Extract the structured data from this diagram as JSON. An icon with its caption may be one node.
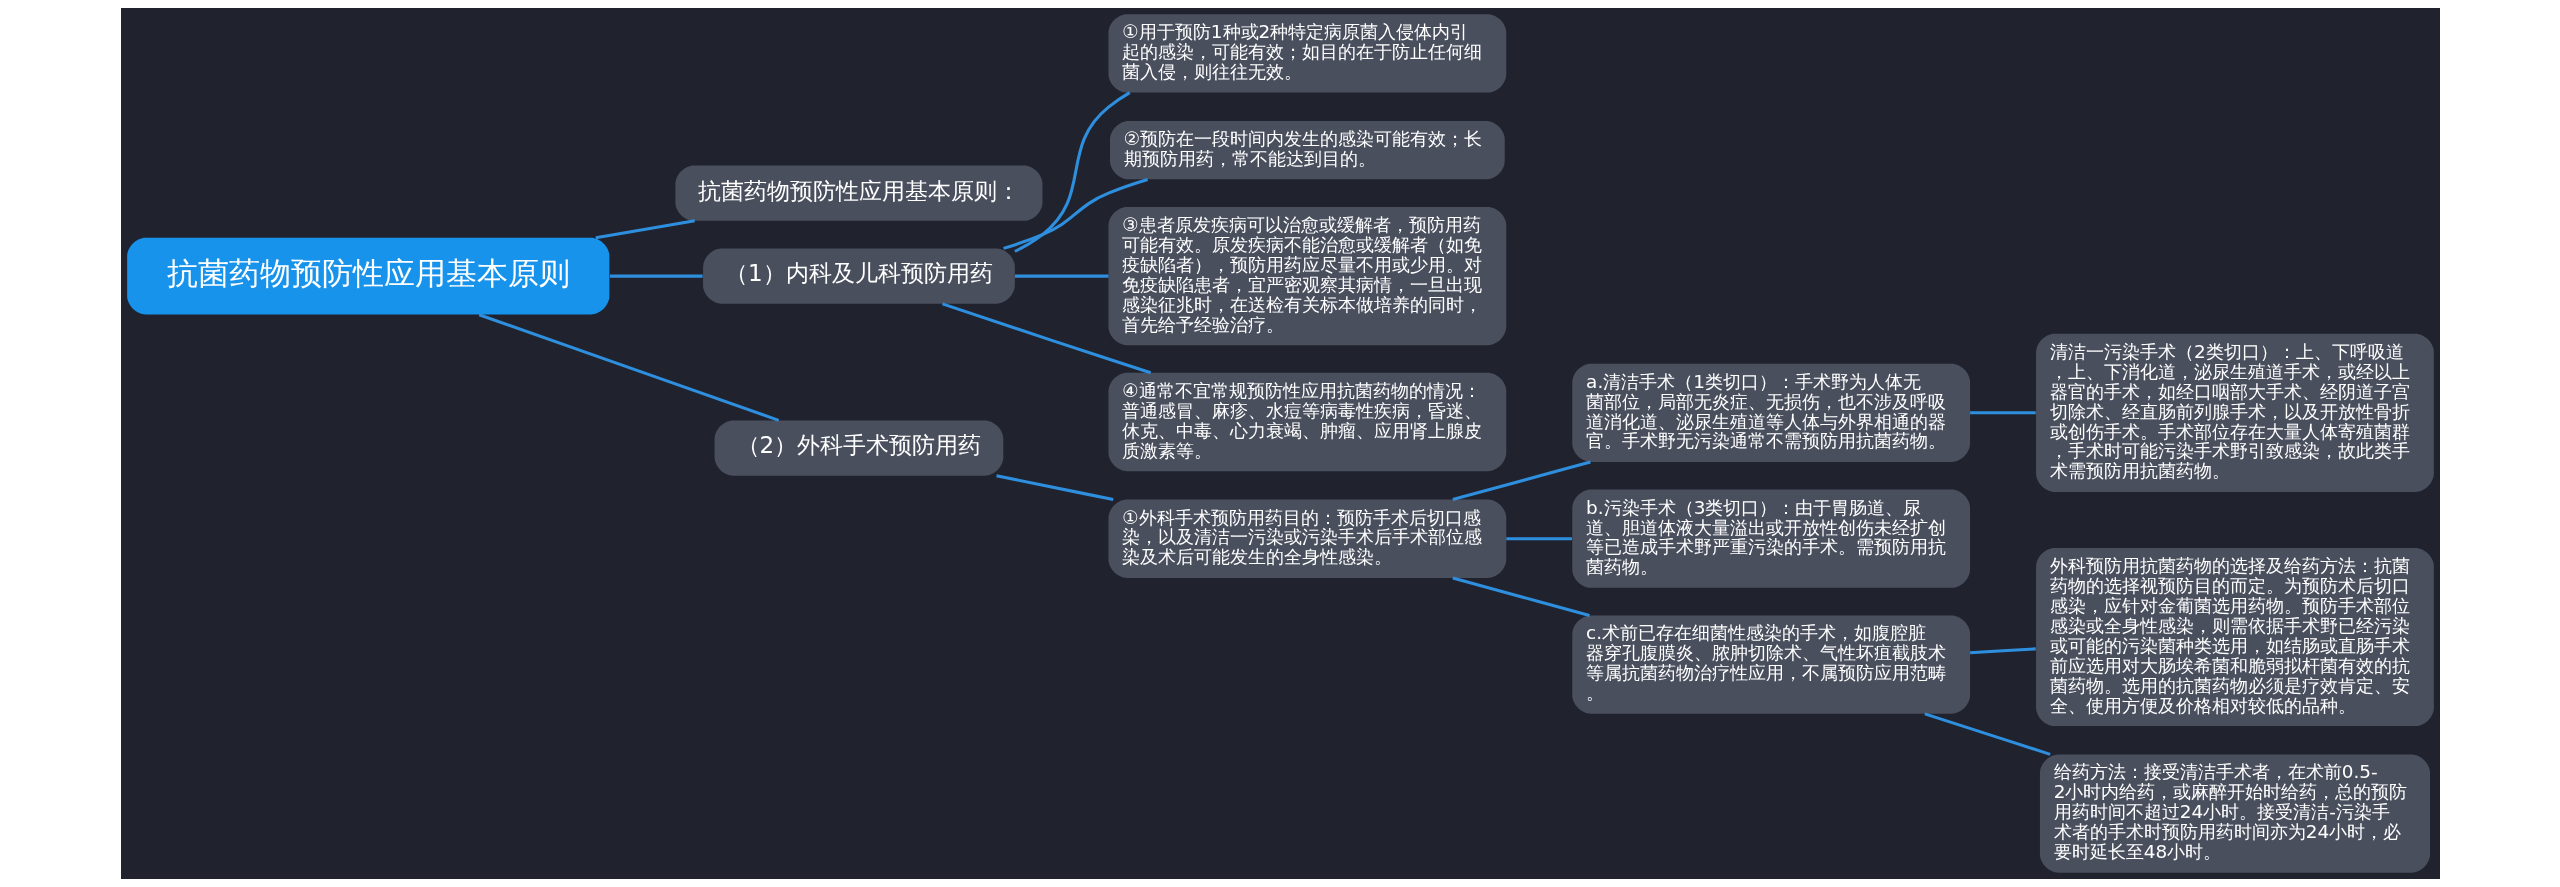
{
  "diagram": {
    "nodes": [
      {
        "text": [
          "抗菌药物预防性应用基本原则"
        ]
      },
      {
        "text": [
          "抗菌药物预防性应用基本原则："
        ]
      },
      {
        "text": [
          "（1）内科及儿科预防用药"
        ]
      },
      {
        "text": [
          "①用于预防1种或2种特定病原菌入侵体内引起的感染，可能有效；如目的在于防止任何细菌入侵，则往往无效。"
        ]
      },
      {
        "text": [
          "②预防在一段时间内发生的感染可能有效；长期预防用药，常不能达到目的。"
        ]
      },
      {
        "text": [
          "③患者原发疾病可以治愈或缓解者，预防用药可能有效。原发疾病不能治愈或缓解者（如免疫缺陷者），预防用药应尽量不用或少用。对免疫缺陷患者，宜严密观察其病情，一旦出现感染征兆时，在送检有关标本做培养的同时，首先给予经验治疗。"
        ]
      },
      {
        "text": [
          "④通常不宜常规预防性应用抗菌药物的情况：普通感冒、麻疹、水痘等病毒性疾病，昏迷、休克、中毒、心力衰竭、肿瘤、应用肾上腺皮质激素等。"
        ]
      },
      {
        "text": [
          "（2）外科手术预防用药"
        ]
      },
      {
        "text": [
          "①外科手术预防用药目的：预防手术后切口感染，以及清洁一污染或污染手术后手术部位感染及术后可能发生的全身性感染。"
        ]
      },
      {
        "text": [
          "a.清洁手术（1类切口）：手术野为人体无菌部位，局部无炎症、无损伤，也不涉及呼吸道消化道、泌尿生殖道等人体与外界相通的器官。手术野无污染通常不需预防用抗菌药物。"
        ]
      },
      {
        "text": [
          "清洁一污染手术（2类切口）：上、下呼吸道，上、下消化道，泌尿生殖道手术，或经以上器官的手术，如经口咽部大手术、经阴道子宫切除术、经直肠前列腺手术，以及开放性骨折或创伤手术。手术部位存在大量人体寄殖菌群，手术时可能污染手术野引致感染，故此类手术需预防用抗菌药物。"
        ]
      },
      {
        "text": [
          "b.污染手术（3类切口）：由于胃肠道、尿道、胆道体液大量溢出或开放性创伤未经扩创等已造成手术野严重污染的手术。需预防用抗菌药物。"
        ]
      },
      {
        "text": [
          "c.术前已存在细菌性感染的手术，如腹腔脏器穿孔腹膜炎、脓肿切除术、气性坏疽截肢术等属抗菌药物治疗性应用，不属预防应用范畴。"
        ]
      },
      {
        "text": [
          "外科预防用抗菌药物的选择及给药方法：抗菌药物的选择视预防目的而定。为预防术后切口感染，应针对金葡菌选用药物。预防手术部位感染或全身性感染，则需依据手术野已经污染或可能的污染菌种类选用，如结肠或直肠手术前应选用对大肠埃希菌和脆弱拟杆菌有效的抗菌药物。选用的抗菌药物必须是疗效肯定、安全、使用方便及价格相对较低的品种。"
        ]
      },
      {
        "text": [
          "给药方法：接受清洁手术者，在术前0.5-2小时内给药，或麻醉开始时给药，总的预防用药时间不超过24小时。接受清洁-污染手术者的手术时预防用药时间亦为24小时，必要时延长至48小时。"
        ]
      }
    ],
    "edges": [
      {
        "from": 0,
        "to": 1,
        "arrow": "none"
      },
      {
        "from": 0,
        "to": 2,
        "arrow": "none"
      },
      {
        "from": 2,
        "to": 3,
        "arrow": "none"
      },
      {
        "from": 2,
        "to": 4,
        "arrow": "none"
      },
      {
        "from": 2,
        "to": 5,
        "arrow": "none"
      },
      {
        "from": 2,
        "to": 6,
        "arrow": "none"
      },
      {
        "from": 0,
        "to": 7,
        "arrow": "none"
      },
      {
        "from": 7,
        "to": 8,
        "arrow": "none"
      },
      {
        "from": 8,
        "to": 9,
        "arrow": "none"
      },
      {
        "from": 9,
        "to": 10,
        "arrow": "none"
      },
      {
        "from": 8,
        "to": 11,
        "arrow": "none"
      },
      {
        "from": 8,
        "to": 12,
        "arrow": "none"
      },
      {
        "from": 12,
        "to": 13,
        "arrow": "none"
      },
      {
        "from": 12,
        "to": 14,
        "arrow": "none"
      }
    ]
  }
}
